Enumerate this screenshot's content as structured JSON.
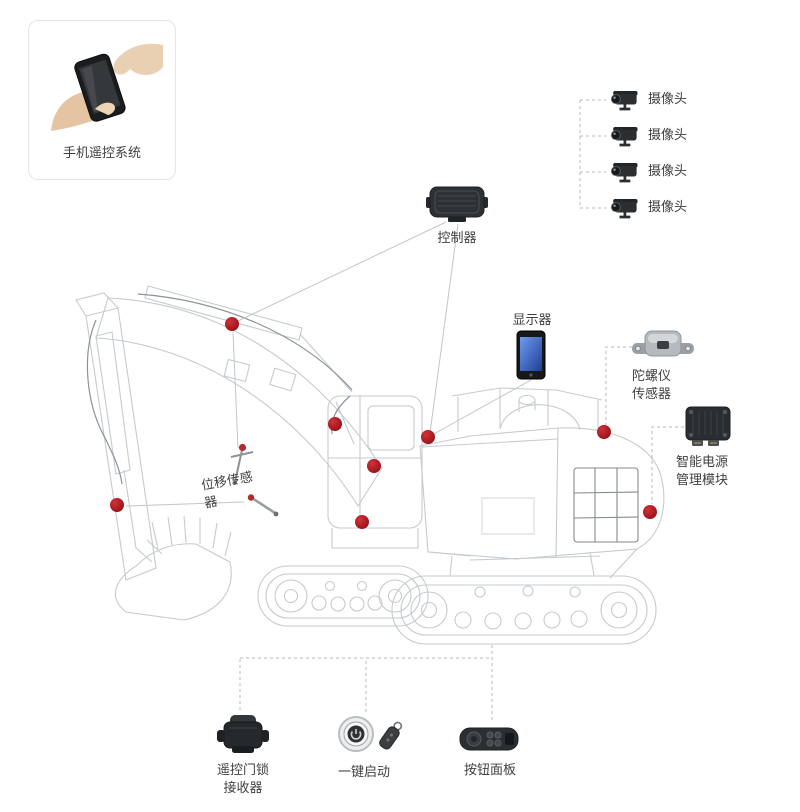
{
  "colors": {
    "accent_red": "#b01e28",
    "wireframe_gray": "#c6cbcf",
    "connector_gray": "#b5b9bd",
    "label_text": "#3f3f3f",
    "card_border": "#e4e4e4",
    "device_black": "#2b2e31",
    "screen_blue": "#4a7ce0"
  },
  "remote_system": {
    "label": "手机遥控系统",
    "icon": "phone-in-hands-icon"
  },
  "cameras": {
    "icon": "camera-icon",
    "items": [
      {
        "label": "摄像头"
      },
      {
        "label": "摄像头"
      },
      {
        "label": "摄像头"
      },
      {
        "label": "摄像头"
      }
    ]
  },
  "controller": {
    "label": "控制器",
    "icon": "controller-module-icon"
  },
  "display": {
    "label": "显示器",
    "icon": "display-tablet-icon"
  },
  "gyro_sensor": {
    "label": "陀螺仪\n传感器",
    "icon": "gyro-sensor-icon"
  },
  "power_module": {
    "label": "智能电源\n管理模块",
    "icon": "power-module-icon"
  },
  "displacement_sensor": {
    "label": "位移传感器",
    "icon": "displacement-tool-icon"
  },
  "door_lock_receiver": {
    "label": "遥控门锁\n接收器",
    "icon": "door-lock-receiver-icon"
  },
  "one_key_start": {
    "label": "一键启动",
    "icon": "start-button-icon"
  },
  "button_panel": {
    "label": "按钮面板",
    "icon": "button-panel-icon"
  },
  "sensor_markers": {
    "count": 8,
    "color": "#b01e28"
  }
}
